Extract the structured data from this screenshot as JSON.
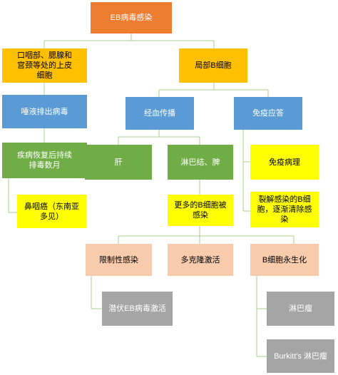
{
  "nodes": {
    "root": "EB病毒感染",
    "epithelial": "口咽部、腮腺和\n宫颈等处的上皮\n细胞",
    "local_b": "局部B细胞",
    "saliva": "唾液排出病毒",
    "blood": "经血传播",
    "immune": "免疫应答",
    "recovery": "疾病恢复后持续\n排毒数月",
    "liver": "肝",
    "lymph": "淋巴结、脾",
    "immune_path": "免疫病理",
    "npc": "鼻咽癌（东南亚\n多见）",
    "more_b": "更多的B细胞被\n感染",
    "lysis": "裂解感染的B细\n胞，逐渐清除感\n染",
    "limited": "限制性感染",
    "polyclonal": "多克隆激活",
    "immortal": "B细胞永生化",
    "latent": "潜伏EB病毒激活",
    "lymphoma": "淋巴瘤",
    "burkitt": "Burkitt's 淋巴瘤"
  },
  "colors": {
    "orange": "#ed7d31",
    "yellow": "#ffc000",
    "blue": "#5b9bd5",
    "green": "#70ad47",
    "light_yellow": "#ffff00",
    "peach": "#f8cbad",
    "gray": "#a5a5a5",
    "connector": "#a9d18e"
  }
}
